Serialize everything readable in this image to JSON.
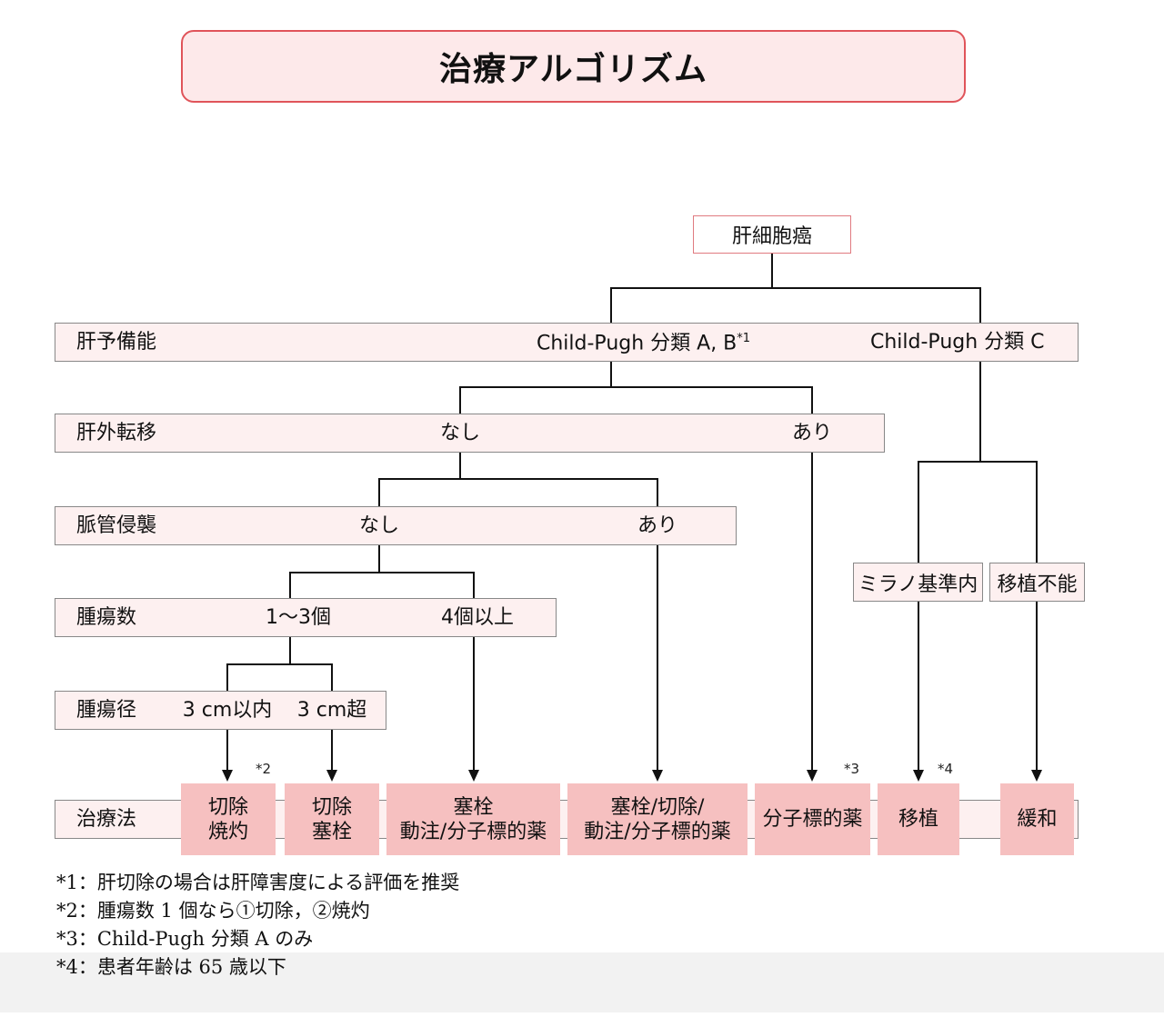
{
  "title": "治療アルゴリズム",
  "root": "肝細胞癌",
  "rows": {
    "liver_function": {
      "label": "肝予備能",
      "branch_ab": "Child-Pugh 分類 A, B",
      "branch_ab_note": "*1",
      "branch_c": "Child-Pugh 分類 C"
    },
    "metastasis": {
      "label": "肝外転移",
      "no": "なし",
      "yes": "あり"
    },
    "vascular": {
      "label": "脈管侵襲",
      "no": "なし",
      "yes": "あり"
    },
    "tumor_count": {
      "label": "腫瘍数",
      "few": "1〜3個",
      "many": "4個以上"
    },
    "tumor_size": {
      "label": "腫瘍径",
      "small": "3 cm以内",
      "large": "3 cm超"
    },
    "treatment": {
      "label": "治療法"
    }
  },
  "transplant": {
    "within_milan": "ミラノ基準内",
    "not_possible": "移植不能"
  },
  "treatments": [
    {
      "line1": "切除",
      "line2": "焼灼"
    },
    {
      "line1": "切除",
      "line2": "塞栓"
    },
    {
      "line1": "塞栓",
      "line2": "動注/分子標的薬"
    },
    {
      "line1": "塞栓/切除/",
      "line2": "動注/分子標的薬"
    },
    {
      "line1": "分子標的薬",
      "line2": ""
    },
    {
      "line1": "移植",
      "line2": ""
    },
    {
      "line1": "緩和",
      "line2": ""
    }
  ],
  "note_marks": {
    "n2": "*2",
    "n3": "*3",
    "n4": "*4"
  },
  "footnotes": [
    "*1：肝切除の場合は肝障害度による評価を推奨",
    "*2：腫瘍数 1 個なら①切除，②焼灼",
    "*3：Child-Pugh 分類 A のみ",
    "*4：患者年齢は 65 歳以下"
  ]
}
